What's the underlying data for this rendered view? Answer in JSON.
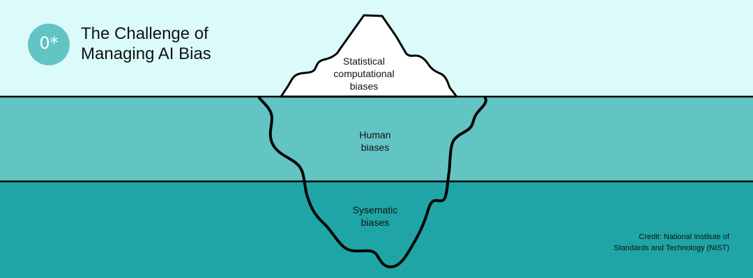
{
  "header": {
    "logo_text": "0*",
    "title_line1": "The Challenge of",
    "title_line2": "Managing AI Bias"
  },
  "iceberg": {
    "tip": {
      "line1": "Statistical",
      "line2": "computational",
      "line3": "biases"
    },
    "middle": {
      "line1": "Human",
      "line2": "biases"
    },
    "bottom": {
      "line1": "Sysematic",
      "line2": "biases"
    }
  },
  "credit": {
    "line1": "Credit: National Institute of",
    "line2": "Standards and Technology (NIST)"
  },
  "colors": {
    "sky": "#dbfbfa",
    "water_upper": "#63c4c4",
    "water_deep": "#1fa5a5",
    "ice": "#ffffff",
    "outline": "#000000"
  }
}
